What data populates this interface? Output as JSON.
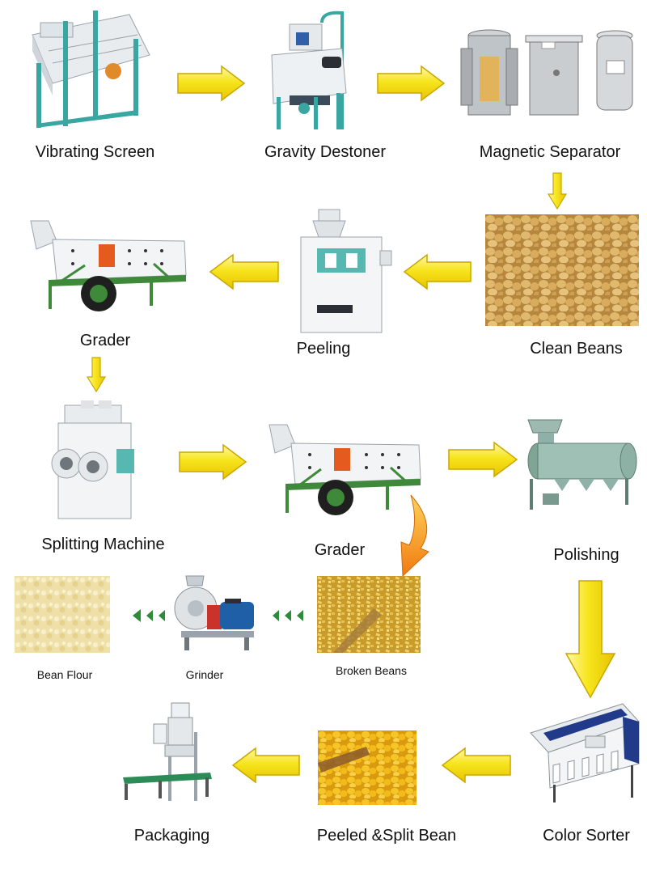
{
  "colors": {
    "arrow_fill": "#f7e51d",
    "arrow_edge": "#c9a700",
    "frame_green": "#3e8a3a",
    "frame_teal": "#3aa6a1",
    "bean": "#d6aa5c",
    "flour": "#f1e3b0",
    "split_yellow": "#f5c518",
    "chevron_green": "#2e8b3a",
    "big_arrow_orange": "#f39a1d"
  },
  "nodes": {
    "vibrating_screen": "Vibrating Screen",
    "gravity_destoner": "Gravity Destoner",
    "magnetic_separator": "Magnetic Separator",
    "grader_1": "Grader",
    "peeling": "Peeling",
    "clean_beans": "Clean Beans",
    "splitting_machine": "Splitting Machine",
    "grader_2": "Grader",
    "polishing": "Polishing",
    "bean_flour": "Bean Flour",
    "grinder": "Grinder",
    "broken_beans": "Broken Beans",
    "packaging": "Packaging",
    "peeled_split_bean": "Peeled &Split Bean",
    "color_sorter": "Color Sorter"
  }
}
